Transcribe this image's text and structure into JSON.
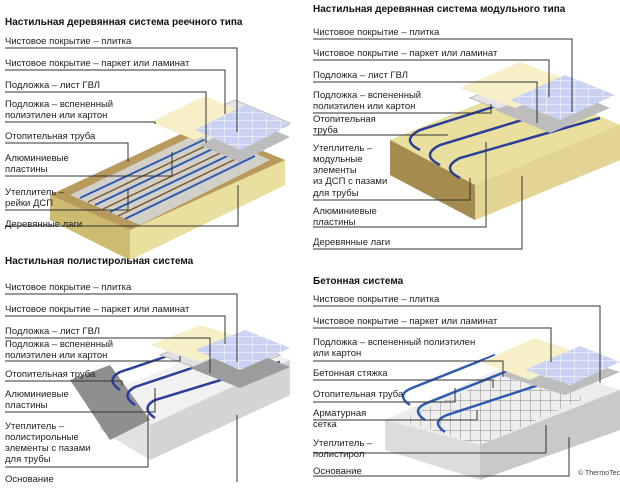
{
  "panels": [
    {
      "title": "Настильная деревянная система реечного типа",
      "labels": [
        "Чистовое покрытие – плитка",
        "Чистовое покрытие – паркет или ламинат",
        "Подложка – лист ГВЛ",
        "Подложка – вспененный",
        "полиэтилен или картон",
        "Отопительная труба",
        "Алюминиевые",
        "пластины",
        "Утеплитель –",
        "рейки ДСП",
        "Деревянные лаги"
      ]
    },
    {
      "title": "Настильная деревянная система модульного типа",
      "labels": [
        "Чистовое покрытие – плитка",
        "Чистовое покрытие – паркет или ламинат",
        "Подложка – лист ГВЛ",
        "Подложка – вспененный",
        "полиэтилен или картон",
        "Отопительная",
        "труба",
        "Утеплитель –",
        "модульные",
        "элементы",
        "из ДСП с пазами",
        "для трубы",
        "Алюминиевые",
        "пластины",
        "Деревянные лаги"
      ]
    },
    {
      "title": "Настильная полистирольная система",
      "labels": [
        "Чистовое покрытие – плитка",
        "Чистовое покрытие – паркет или ламинат",
        "Подложка – лист ГВЛ",
        "Подложка – вспененный",
        "полиэтилен или картон",
        "Отопительная труба",
        "Алюминиевые",
        "пластины",
        "Утеплитель –",
        "полистирольные",
        "элементы с пазами",
        "для трубы",
        "Основание"
      ]
    },
    {
      "title": "Бетонная система",
      "labels": [
        "Чистовое покрытие – плитка",
        "Чистовое покрытие – паркет или ламинат",
        "Подложка – вспененный полиэтилен",
        "или картон",
        "Бетонная стяжка",
        "Отопительная труба",
        "Арматурная",
        "сетка",
        "Утеплитель –",
        "полистирол",
        "Основание"
      ]
    }
  ],
  "copyright": "© ThermoTec",
  "colors": {
    "pipe": "#2b3e9a",
    "wood": "#e8dc9a",
    "tile": "#c8d0f0",
    "parquet": "#f6efc8",
    "foam": "#cfcfcf",
    "concrete": "#d8d8d8"
  }
}
